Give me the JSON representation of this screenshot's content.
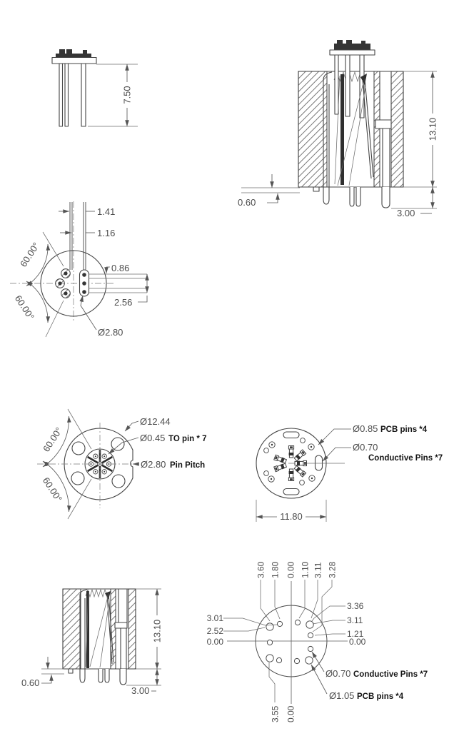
{
  "drawing": {
    "side_view": {
      "height": "7.50"
    },
    "assembled_section": {
      "height": "13.10",
      "standoff": "0.60",
      "pin_protrusion": "3.00"
    },
    "pin_face": {
      "pin_offset": "1.41",
      "pin_width": "1.16",
      "slot_width": "0.86",
      "slot_span": "2.56",
      "pin_circle": "Ø2.80",
      "angle_upper": "60.00°",
      "angle_lower": "60.00°"
    },
    "top_view": {
      "outer_dia": "Ø12.44",
      "to_pin_dia": "Ø0.45",
      "to_pin_note": "TO pin * 7",
      "pin_pitch_dia": "Ø2.80",
      "pin_pitch_note": "Pin Pitch",
      "angle_upper": "60.00°",
      "angle_lower": "60.00°"
    },
    "bottom_view": {
      "pcb_pin_dia": "Ø0.85",
      "pcb_pin_note": "PCB pins *4",
      "cond_pin_dia": "Ø0.70",
      "cond_pin_note": "Conductive Pins *7",
      "width": "11.80"
    },
    "socket_section": {
      "height": "13.10",
      "standoff": "0.60",
      "pin_protrusion": "3.00"
    },
    "footprint": {
      "top_coords": [
        "3.60",
        "1.80",
        "0.00",
        "1.10",
        "3.11",
        "3.28"
      ],
      "left_coords": [
        "3.01",
        "2.52",
        "0.00"
      ],
      "right_coords": [
        "3.36",
        "3.11",
        "1.21",
        "0.00"
      ],
      "bottom_coords": [
        "3.55",
        "0.00"
      ],
      "cond_pin_dia": "Ø0.70",
      "cond_pin_note": "Conductive Pins *7",
      "pcb_pin_dia": "Ø1.05",
      "pcb_pin_note": "PCB pins *4"
    }
  }
}
